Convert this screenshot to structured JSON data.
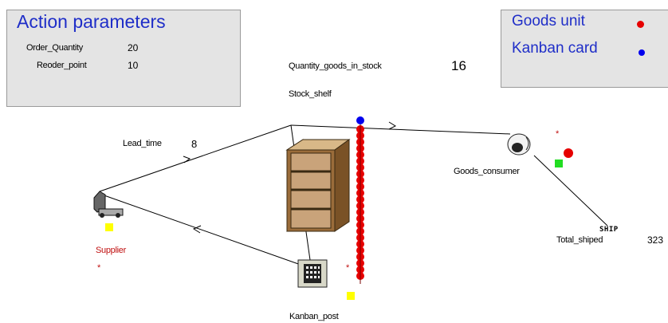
{
  "params": {
    "title": "Action parameters",
    "order_quantity_label": "Order_Quantity",
    "order_quantity_value": "20",
    "reorder_point_label": "Reoder_point",
    "reorder_point_value": "10"
  },
  "legend": {
    "goods_unit_label": "Goods unit",
    "kanban_card_label": "Kanban card",
    "goods_unit_color": "#e60000",
    "kanban_card_color": "#0000ee"
  },
  "stock": {
    "quantity_label": "Quantity_goods_in_stock",
    "quantity_value": "16",
    "shelf_label": "Stock_shelf"
  },
  "lead_time": {
    "label": "Lead_time",
    "value": "8"
  },
  "supplier": {
    "label": "Supplier",
    "marker": "*"
  },
  "kanban_post": {
    "label": "Kanban_post",
    "marker": "*"
  },
  "consumer": {
    "label": "Goods_consumer",
    "marker": "*",
    "ship_label": "SHIP",
    "total_label": "Total_shiped",
    "total_value": "323"
  },
  "colors": {
    "indicator": "#22dd22",
    "highlight": "#ffff00"
  }
}
